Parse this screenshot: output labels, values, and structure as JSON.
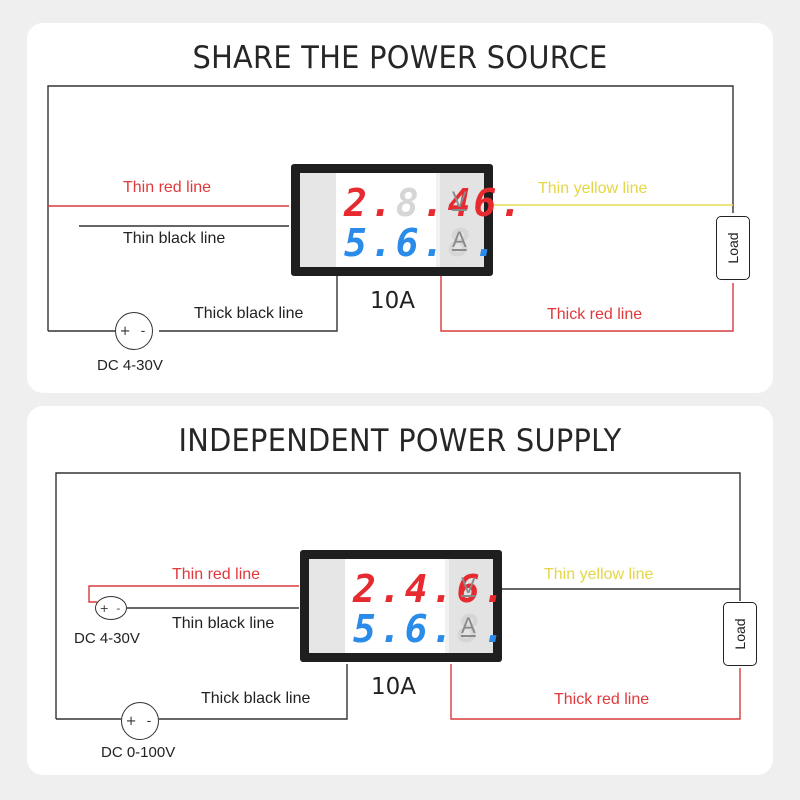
{
  "panels": {
    "top": {
      "title": "SHARE THE POWER SOURCE",
      "labels": {
        "thin_red": "Thin red line",
        "thin_black": "Thin black line",
        "thick_black": "Thick black line",
        "thin_yellow": "Thin yellow line",
        "thick_red": "Thick red line",
        "rating": "10A",
        "source": "DC 4-30V",
        "load": "Load"
      },
      "display": {
        "voltage": [
          "2",
          "4",
          "6"
        ],
        "current": [
          "5",
          "6"
        ],
        "unit_v": "V",
        "unit_a": "A"
      },
      "battery_symbol": "+ -"
    },
    "bottom": {
      "title": "INDEPENDENT POWER SUPPLY",
      "labels": {
        "thin_red": "Thin red line",
        "thin_black": "Thin black line",
        "thick_black": "Thick black line",
        "thin_yellow": "Thin yellow line",
        "thick_red": "Thick red line",
        "rating": "10A",
        "source_small": "DC 4-30V",
        "source_main": "DC 0-100V",
        "load": "Load"
      },
      "display": {
        "voltage": [
          "2",
          "4",
          "6"
        ],
        "current": [
          "5",
          "6"
        ],
        "unit_v": "V",
        "unit_a": "A"
      },
      "battery_symbol": "+ -"
    }
  },
  "colors": {
    "red_wire": "#d93a3c",
    "black_wire": "#333333",
    "yellow_wire": "#e8dc55",
    "voltage_digits": "#e62a2f",
    "current_digits": "#2a8be8"
  }
}
